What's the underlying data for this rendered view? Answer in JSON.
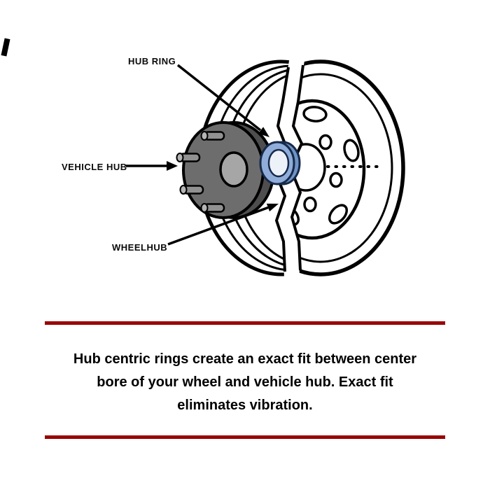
{
  "diagram": {
    "labels": {
      "hub_ring": "HUB RING",
      "vehicle_hub": "VEHICLE HUB",
      "wheelhub": "WHEELHUB"
    },
    "colors": {
      "outline": "#000000",
      "hub_ring_outline": "#16294a",
      "hub_ring_body": "#6f93c4",
      "hub_ring_face": "#8fadd8",
      "hub_ring_hole": "#edf2f9",
      "vehicle_hub_face": "#6d6d6d",
      "vehicle_hub_side": "#4e4e4e",
      "vehicle_hub_bore": "#a6a6a6",
      "stud": "#919191",
      "stud_cap": "#b5b5b5"
    }
  },
  "caption": {
    "lines": [
      "Hub centric rings create an exact fit between center",
      "bore of your wheel and vehicle hub.  Exact fit",
      "eliminates vibration."
    ],
    "divider_color": "#990000"
  }
}
